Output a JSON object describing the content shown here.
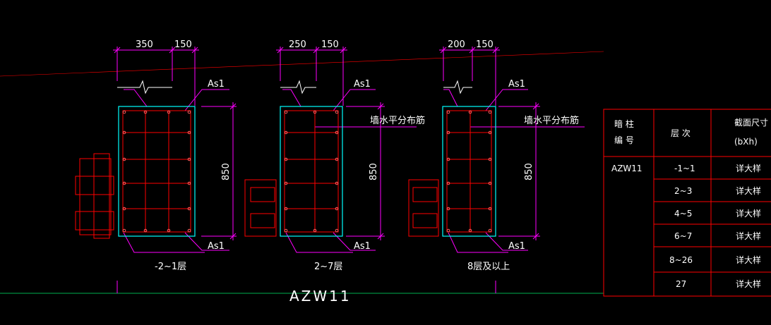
{
  "drawing": {
    "title": "AZW11",
    "colors": {
      "background": "#000000",
      "dimension": "#ff00ff",
      "rebar": "#ff0000",
      "outline": "#00ffff",
      "text": "#ffffff",
      "ground_line": "#00b050"
    },
    "sections": [
      {
        "dim_left": "350",
        "dim_right": "150",
        "height_dim": "850",
        "top_label": "As1",
        "bottom_label": "As1",
        "side_label": "",
        "caption": "-2~1层"
      },
      {
        "dim_left": "250",
        "dim_right": "150",
        "height_dim": "850",
        "top_label": "As1",
        "bottom_label": "As1",
        "side_label": "墙水平分布筋",
        "caption": "2~7层"
      },
      {
        "dim_left": "200",
        "dim_right": "150",
        "height_dim": "850",
        "top_label": "As1",
        "bottom_label": "As1",
        "side_label": "墙水平分布筋",
        "caption": "8层及以上"
      }
    ]
  },
  "table": {
    "headers": {
      "col1_line1": "暗 柱",
      "col1_line2": "编 号",
      "col2": "层 次",
      "col3_line1": "截面尺寸",
      "col3_line2": "(bXh)"
    },
    "id": "AZW11",
    "rows": [
      {
        "floors": "-1~1",
        "size": "详大样"
      },
      {
        "floors": "2~3",
        "size": "详大样"
      },
      {
        "floors": "4~5",
        "size": "详大样"
      },
      {
        "floors": "6~7",
        "size": "详大样"
      },
      {
        "floors": "8~26",
        "size": "详大样"
      },
      {
        "floors": "27",
        "size": "详大样"
      }
    ]
  }
}
